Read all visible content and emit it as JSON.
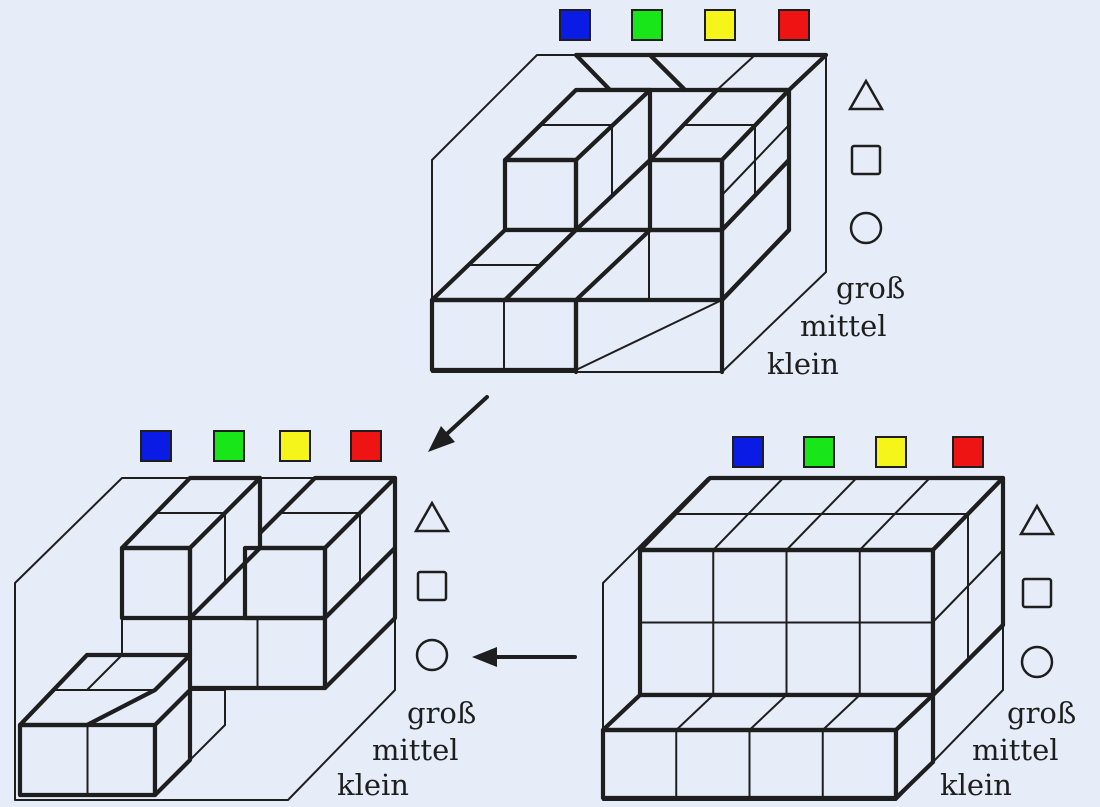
{
  "colors": [
    {
      "name": "blue",
      "hex": "#0a1be6"
    },
    {
      "name": "green",
      "hex": "#19e619"
    },
    {
      "name": "yellow",
      "hex": "#f5f51c"
    },
    {
      "name": "red",
      "hex": "#ee1414"
    }
  ],
  "shapes": [
    "triangle",
    "square",
    "circle"
  ],
  "size_labels": [
    "groß",
    "mittel",
    "klein"
  ],
  "line_color": "#1e1e1e",
  "panels": [
    {
      "id": "top"
    },
    {
      "id": "bottom-left"
    },
    {
      "id": "bottom-right"
    }
  ],
  "arrows": [
    {
      "from": "top",
      "to": "bottom-left"
    },
    {
      "from": "bottom-right",
      "to": "bottom-left"
    }
  ]
}
